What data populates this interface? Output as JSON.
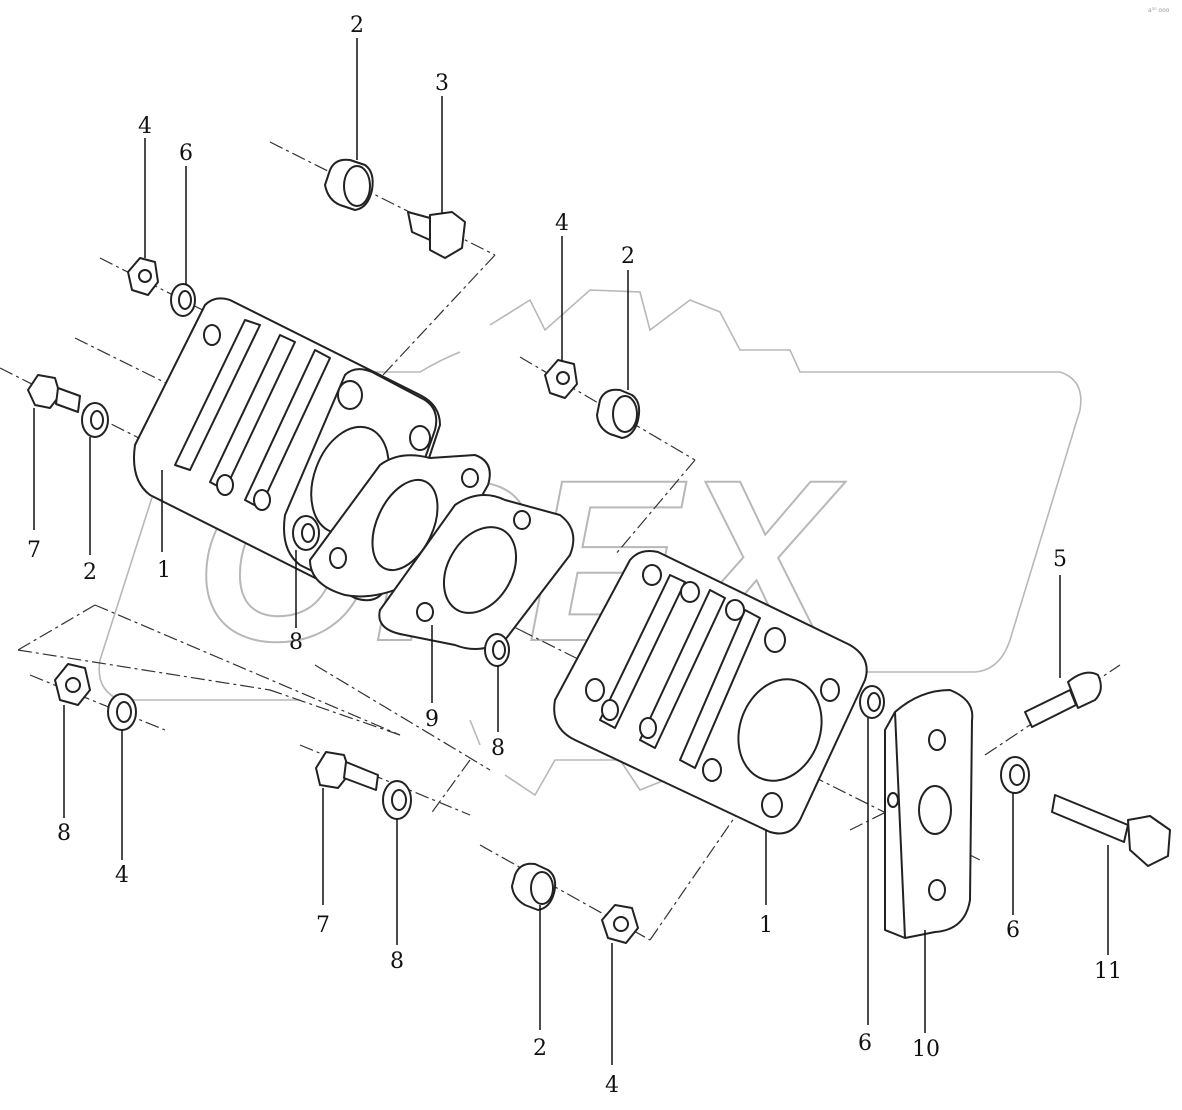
{
  "diagram": {
    "watermark": "OPEX",
    "corner_mark": "a³⁰ ooo",
    "callouts": [
      "2",
      "3",
      "4",
      "6",
      "4",
      "2",
      "7",
      "2",
      "1",
      "8",
      "5",
      "8",
      "4",
      "9",
      "8",
      "7",
      "8",
      "1",
      "6",
      "11",
      "2",
      "4",
      "6",
      "10"
    ]
  },
  "colors": {
    "line": "#222222",
    "watermark": "#b8b8b8",
    "background": "#ffffff"
  }
}
